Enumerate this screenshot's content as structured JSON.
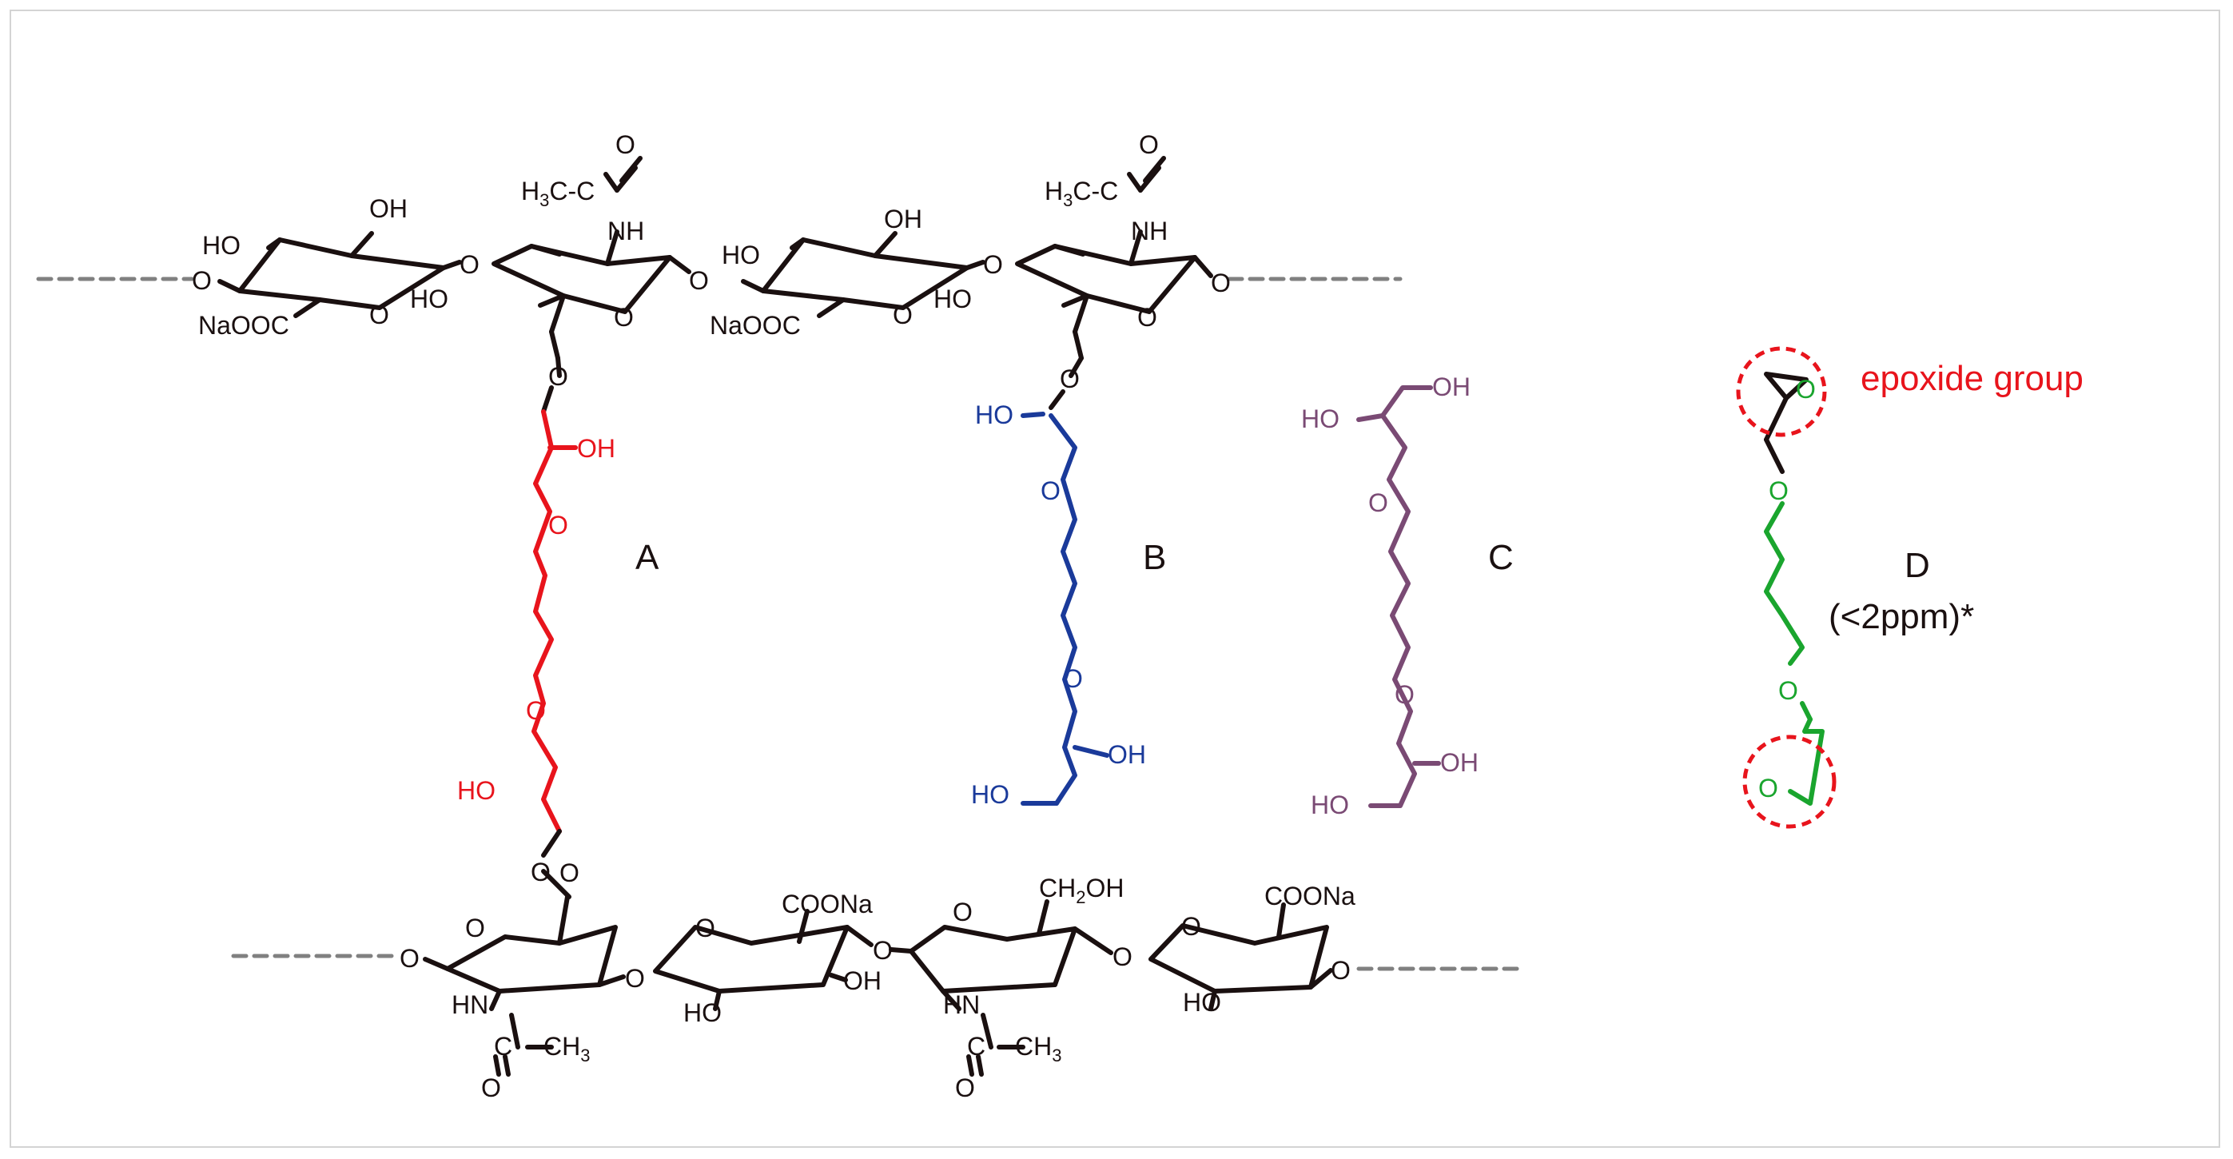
{
  "labels": {
    "a": "A",
    "b": "B",
    "c": "C",
    "d": "D",
    "d_note": "(<2ppm)*",
    "epoxide": "epoxide group"
  },
  "atoms": {
    "ho": "HO",
    "oh": "OH",
    "o": "O",
    "nh": "NH",
    "hn": "HN",
    "naooc": "NaOOC",
    "coona": "COONa",
    "h3c_prefix": "H",
    "h3c_sub": "3",
    "h3c_suffix": "C-C",
    "ch3_prefix": "C",
    "ch3_main": "CH",
    "ch3_sub": "3",
    "ch2oh_main": "CH",
    "ch2oh_sub": "2",
    "ch2oh_suffix": "OH"
  },
  "colors": {
    "chain_a": "#e8141c",
    "chain_b": "#1a3a9a",
    "chain_c": "#7a4a74",
    "chain_d": "#1aa52e",
    "epoxide_circle": "#e8141c",
    "backbone": "#1a1010",
    "dash": "#808080"
  }
}
